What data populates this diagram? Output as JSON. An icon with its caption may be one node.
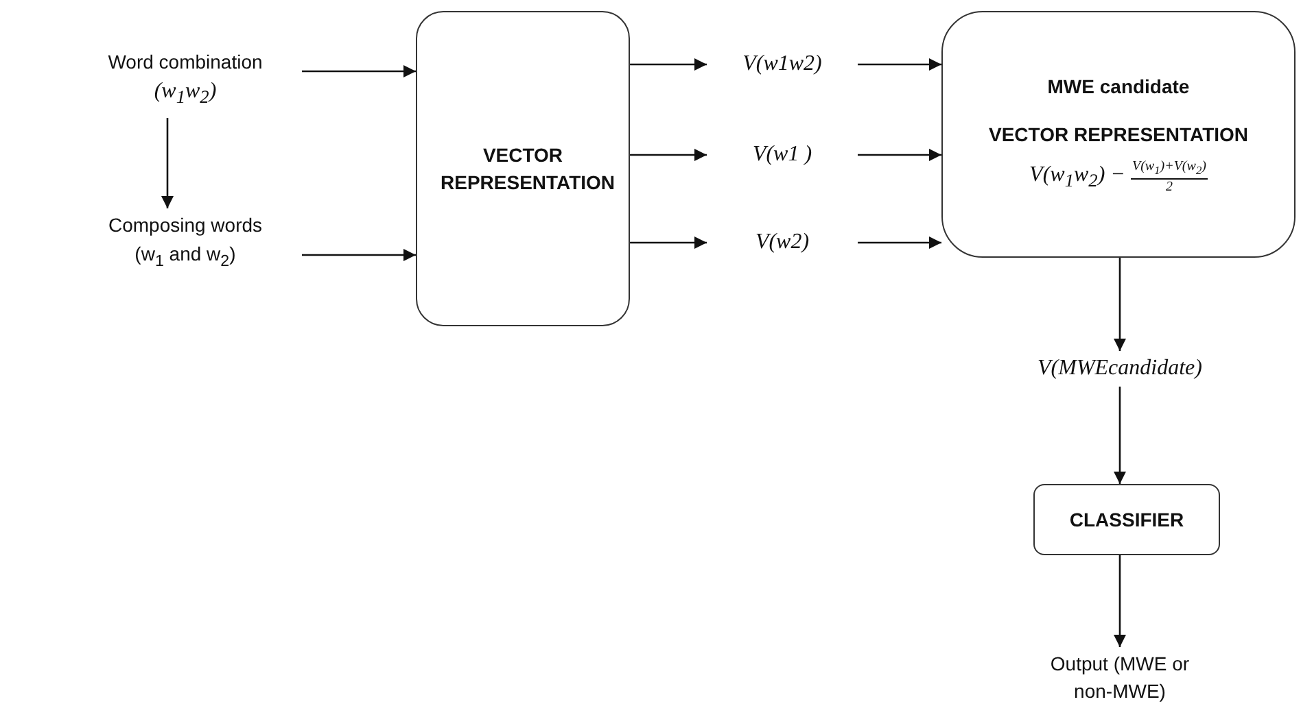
{
  "diagram": {
    "nodes": [
      {
        "text": [
          "Word combination",
          "(w$_{1}$w$_{2}$)"
        ]
      },
      {
        "text": [
          "Composing words",
          "(w$_{1}$ and w$_{2}$)"
        ]
      },
      {
        "text": [
          "VECTOR REPRESENTATION"
        ]
      },
      {
        "text": [
          "V(w1w2)"
        ]
      },
      {
        "text": [
          "V(w1 )"
        ]
      },
      {
        "text": [
          "V(w2)"
        ]
      },
      {
        "text": [
          "MWE candidate",
          "VECTOR REPRESENTATION",
          "V(w$_{1}$w$_{2}$) −",
          "V(w$_{1}$)+V(w$_{2}$)",
          "2"
        ]
      },
      {
        "text": [
          "V(MWEcandidate)"
        ]
      },
      {
        "text": [
          "CLASSIFIER"
        ]
      },
      {
        "text": [
          "Output (MWE or non-MWE)"
        ]
      }
    ],
    "edges": [
      {
        "from": 0,
        "to": 1,
        "arrow": "to"
      },
      {
        "from": 0,
        "to": 2,
        "arrow": "to"
      },
      {
        "from": 1,
        "to": 2,
        "arrow": "to"
      },
      {
        "from": 2,
        "to": 3,
        "arrow": "to"
      },
      {
        "from": 2,
        "to": 4,
        "arrow": "to"
      },
      {
        "from": 2,
        "to": 5,
        "arrow": "to"
      },
      {
        "from": 3,
        "to": 6,
        "arrow": "to"
      },
      {
        "from": 4,
        "to": 6,
        "arrow": "to"
      },
      {
        "from": 5,
        "to": 6,
        "arrow": "to"
      },
      {
        "from": 6,
        "to": 7,
        "arrow": "to"
      },
      {
        "from": 7,
        "to": 8,
        "arrow": "to"
      },
      {
        "from": 8,
        "to": 9,
        "arrow": "to"
      }
    ]
  }
}
